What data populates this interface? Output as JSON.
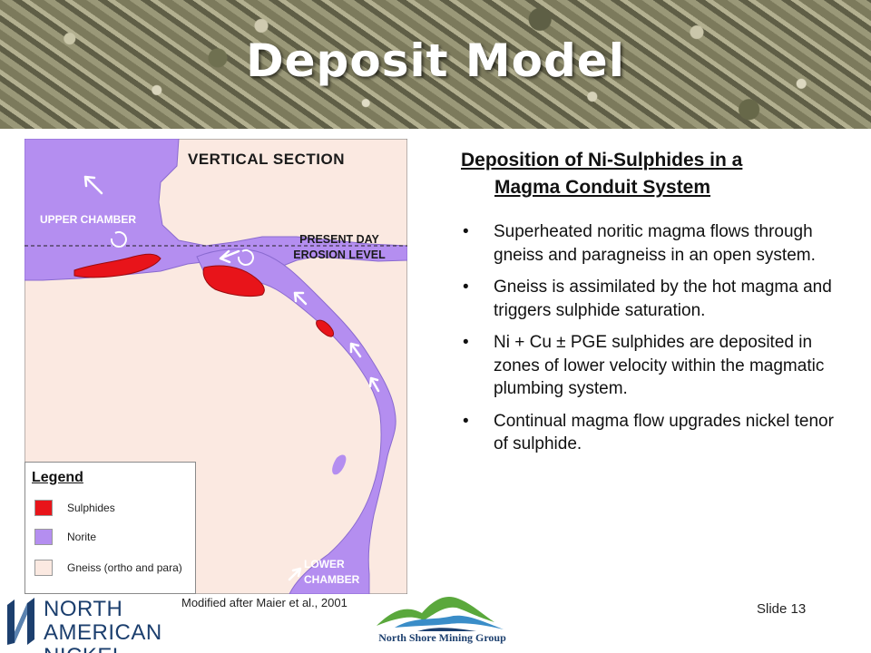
{
  "slide": {
    "title": "Deposit Model",
    "slide_number": "Slide 13"
  },
  "figure": {
    "section_label": "VERTICAL  SECTION",
    "upper_chamber": "UPPER CHAMBER",
    "present_day_line1": "PRESENT DAY",
    "present_day_line2": "EROSION LEVEL",
    "lower_chamber_line1": "LOWER",
    "lower_chamber_line2": "CHAMBER",
    "legend": {
      "title": "Legend",
      "items": [
        {
          "label": "Sulphides",
          "color": "#e8141a"
        },
        {
          "label": "Norite",
          "color": "#b48ef0"
        },
        {
          "label": "Gneiss (ortho and para)",
          "color": "#fbe9e1"
        }
      ]
    },
    "credit": "Modified after Maier et al., 2001"
  },
  "content": {
    "heading_line1": "Deposition of Ni-Sulphides in a",
    "heading_line2": "Magma Conduit System",
    "bullets": [
      "Superheated noritic magma flows through gneiss and paragneiss in an open system.",
      "Gneiss is assimilated by the hot magma and triggers sulphide saturation.",
      "Ni + Cu ± PGE sulphides are deposited in zones of lower velocity within the magmatic plumbing system.",
      "Continual magma flow upgrades nickel tenor of sulphide."
    ]
  },
  "logos": {
    "nan_line1": "NORTH",
    "nan_line2": "AMERICAN NICKEL",
    "nsmg": "North Shore Mining Group"
  },
  "colors": {
    "norite": "#b48ef0",
    "sulphide": "#e8141a",
    "gneiss": "#fbe9e1",
    "brand_blue": "#1c3f6e",
    "brand_green": "#5aa83c"
  }
}
